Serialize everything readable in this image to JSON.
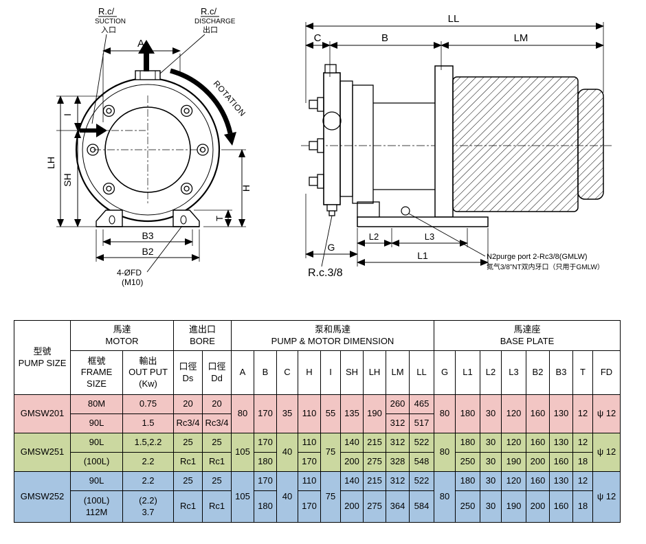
{
  "colors": {
    "gmsw201_row": "#f2c6c4",
    "gmsw251_row": "#cbd8a0",
    "gmsw252_row": "#a7c5e2",
    "line": "#000000",
    "background": "#ffffff"
  },
  "front_view": {
    "suction_label": "R.c/",
    "suction_sub": "SUCTION",
    "suction_cn": "入口",
    "discharge_label": "R.c/",
    "discharge_sub": "DISCHARGE",
    "discharge_cn": "出口",
    "rotation_label": "ROTATION",
    "dim_a": "A",
    "dim_i": "I",
    "dim_lh": "LH",
    "dim_sh": "SH",
    "dim_h": "H",
    "dim_t": "T",
    "dim_b3": "B3",
    "dim_b2": "B2",
    "fd_note_line1": "4-ØFD",
    "fd_note_line2": "(M10)"
  },
  "side_view": {
    "dim_ll": "LL",
    "dim_c": "C",
    "dim_b": "B",
    "dim_lm": "LM",
    "dim_g": "G",
    "dim_l1": "L1",
    "dim_l2": "L2",
    "dim_l3": "L3",
    "drain_label": "R.c.3/8",
    "purge_note_line1": "N2purge port 2-Rc3/8(GMLW)",
    "purge_note_line2": "氮气3/8”NT双内牙口（只用于GMLW）"
  },
  "table": {
    "header": {
      "pump_size": "型號\nPUMP SIZE",
      "motor": "馬達\nMOTOR",
      "bore": "進出口\nBORE",
      "pump_motor": "泵和馬達\nPUMP & MOTOR DIMENSION",
      "base_plate": "馬達座\nBASE PLATE",
      "frame": "框號\nFRAME\nSIZE",
      "output": "輸出\nOUT PUT\n(Kw)",
      "ds": "口徑\nDs",
      "dd": "口徑\nDd",
      "dims": [
        "A",
        "B",
        "C",
        "H",
        "I",
        "SH",
        "LH",
        "LM",
        "LL"
      ],
      "base": [
        "G",
        "L1",
        "L2",
        "L3",
        "B2",
        "B3",
        "T",
        "FD"
      ]
    },
    "groups": [
      {
        "name": "GMSW201",
        "shared": {
          "a": "80",
          "b": "170",
          "c": "35",
          "h": "110",
          "i": "55",
          "sh": "135",
          "lh": "190",
          "g": "80",
          "l1": "180",
          "l2": "30",
          "l3": "120",
          "b2": "160",
          "b3": "130",
          "t": "12",
          "fd": "ψ 12"
        },
        "rows": [
          {
            "frame": "80M",
            "output": "0.75",
            "ds": "20",
            "dd": "20",
            "lm": "260",
            "ll": "465"
          },
          {
            "frame": "90L",
            "output": "1.5",
            "ds": "Rc3/4",
            "dd": "Rc3/4",
            "lm": "312",
            "ll": "517"
          }
        ]
      },
      {
        "name": "GMSW251",
        "shared": {
          "a": "105",
          "c": "40",
          "i": "75",
          "g": "80",
          "fd": "ψ 12"
        },
        "rows": [
          {
            "frame": "90L",
            "output": "1.5,2.2",
            "ds": "25",
            "dd": "25",
            "b": "170",
            "h": "110",
            "sh": "140",
            "lh": "215",
            "lm": "312",
            "ll": "522",
            "l1": "180",
            "l2": "30",
            "l3": "120",
            "b2": "160",
            "b3": "130",
            "t": "12"
          },
          {
            "frame": "(100L)",
            "output": "2.2",
            "ds": "Rc1",
            "dd": "Rc1",
            "b": "180",
            "h": "170",
            "sh": "200",
            "lh": "275",
            "lm": "328",
            "ll": "548",
            "l1": "250",
            "l2": "30",
            "l3": "190",
            "b2": "200",
            "b3": "160",
            "t": "18"
          }
        ]
      },
      {
        "name": "GMSW252",
        "shared": {
          "a": "105",
          "c": "40",
          "i": "75",
          "g": "80",
          "fd": "ψ 12"
        },
        "rows": [
          {
            "frame": "90L",
            "output": "2.2",
            "ds": "25",
            "dd": "25",
            "b": "170",
            "h": "110",
            "sh": "140",
            "lh": "215",
            "lm": "312",
            "ll": "522",
            "l1": "180",
            "l2": "30",
            "l3": "120",
            "b2": "160",
            "b3": "130",
            "t": "12"
          },
          {
            "frame": "(100L)\n112M",
            "output": "(2.2)\n3.7",
            "ds": "Rc1",
            "dd": "Rc1",
            "b": "180",
            "h": "170",
            "sh": "200",
            "lh": "275",
            "lm": "364",
            "ll": "584",
            "l1": "250",
            "l2": "30",
            "l3": "190",
            "b2": "200",
            "b3": "160",
            "t": "18"
          }
        ]
      }
    ]
  }
}
